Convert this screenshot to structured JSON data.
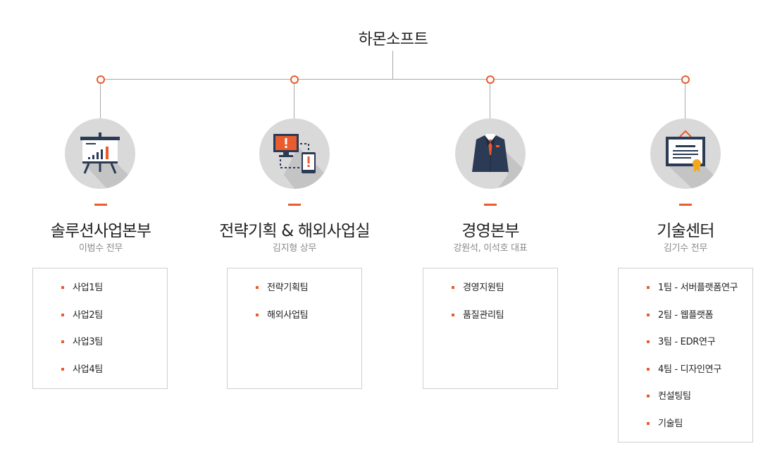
{
  "root": {
    "title": "하몬소프트"
  },
  "divisions": [
    {
      "id": "solution",
      "icon": "presentation-board-icon",
      "name": "솔루션사업본부",
      "head": "이범수 전무",
      "teams": [
        "사업1팀",
        "사업2팀",
        "사업3팀",
        "사업4팀"
      ]
    },
    {
      "id": "strategy",
      "icon": "monitor-mobile-alert-icon",
      "name": "전략기획 & 해외사업실",
      "head": "김지형 상무",
      "teams": [
        "전략기획팀",
        "해외사업팀"
      ]
    },
    {
      "id": "management",
      "icon": "business-suit-icon",
      "name": "경영본부",
      "head": "강원석, 이석호 대표",
      "teams": [
        "경영지원팀",
        "품질관리팀"
      ]
    },
    {
      "id": "technology",
      "icon": "certificate-icon",
      "name": "기술센터",
      "head": "김기수 전무",
      "teams": [
        "1팀 - 서버플랫폼연구",
        "2팀 - 웹플랫폼",
        "3팀 - EDR연구",
        "4팀 - 디자인연구",
        "컨설팅팀",
        "기술팀"
      ]
    }
  ],
  "colors": {
    "accent": "#ea5c2d",
    "line": "#a9a9a9",
    "circle": "#d9d9d9",
    "navy": "#2b3a55"
  }
}
